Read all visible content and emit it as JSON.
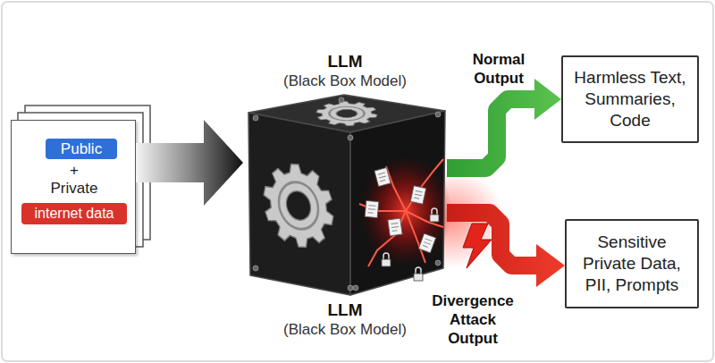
{
  "diagram": {
    "nodes": [
      {
        "text": [
          "+ Private"
        ]
      },
      {
        "text": [
          "Public"
        ],
        "in": 0
      },
      {
        "text": [
          "internet data"
        ],
        "in": 0
      },
      {
        "text": [
          "LLM",
          "(Black Box Model)",
          "LLM",
          "(Black Box Model)"
        ]
      },
      {
        "text": [
          "Harmless Text, Summaries, Code"
        ]
      },
      {
        "text": [
          "Sensitive Private Data, PII, Prompts"
        ]
      }
    ],
    "edges": [
      {
        "from": 0,
        "to": 3,
        "arrow": "to"
      },
      {
        "from": 3,
        "to": 4,
        "label": "Normal Output",
        "arrow": "to"
      },
      {
        "from": 3,
        "to": 5,
        "label": "Divergence Attack Output",
        "arrow": "to"
      }
    ]
  }
}
